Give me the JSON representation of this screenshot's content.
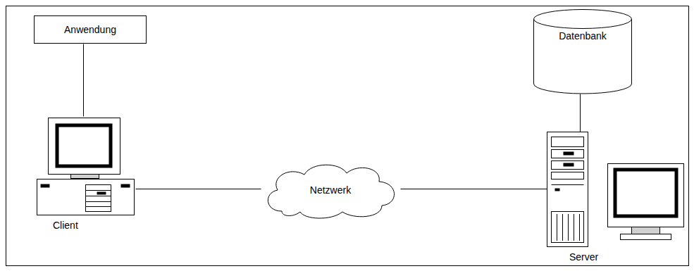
{
  "diagram": {
    "nodes": [
      {
        "text": [
          "Anwendung"
        ]
      },
      {
        "text": [
          "Datenbank"
        ]
      },
      {
        "text": [
          "Client"
        ]
      },
      {
        "text": [
          "Netzwerk"
        ]
      },
      {
        "text": [
          "Server"
        ]
      }
    ],
    "edges": [
      {
        "from": 0,
        "to": 2,
        "arrow": "none"
      },
      {
        "from": 2,
        "to": 3,
        "arrow": "none"
      },
      {
        "from": 3,
        "to": 4,
        "arrow": "none"
      },
      {
        "from": 1,
        "to": 4,
        "arrow": "none"
      }
    ]
  }
}
